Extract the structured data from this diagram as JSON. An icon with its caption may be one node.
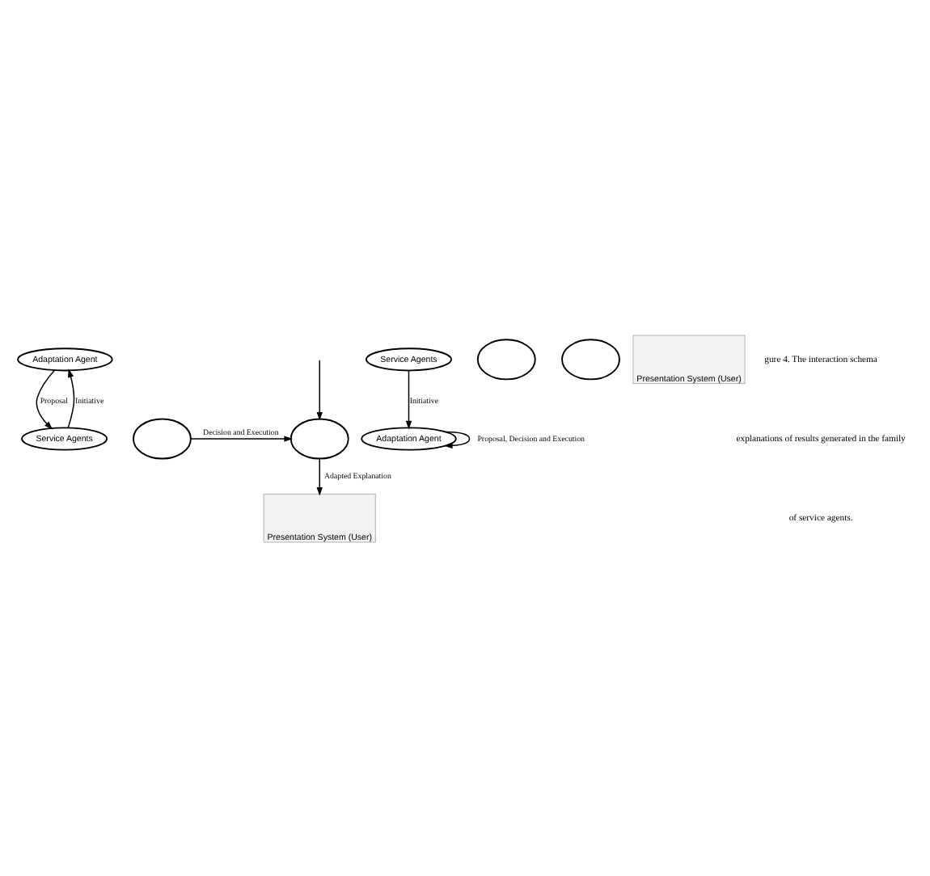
{
  "diagram": {
    "nodes": [
      {
        "text": [
          "Adaptation Agent"
        ]
      },
      {
        "text": [
          "Service Agents"
        ]
      },
      {
        "text": [],
        "shape": "circle"
      },
      {
        "text": [],
        "shape": "circle"
      },
      {
        "text": [
          "Presentation System (User)"
        ]
      },
      {
        "text": [
          "Adaptation Agent"
        ]
      },
      {
        "text": [
          "Service Agents"
        ]
      },
      {
        "text": [],
        "shape": "circle"
      },
      {
        "text": [],
        "shape": "circle"
      },
      {
        "text": [
          "Presentation System (User)"
        ]
      }
    ],
    "edges": [
      {
        "from": 1,
        "to": 0,
        "arrow": "to",
        "label": "Initiative"
      },
      {
        "from": 0,
        "to": 1,
        "arrow": "to",
        "label": "Proposal"
      },
      {
        "from": 2,
        "to": 3,
        "arrow": "to",
        "label": "Decision and Execution"
      },
      {
        "from": 3,
        "to": 4,
        "arrow": "to",
        "label": "Adapted Explanation"
      },
      {
        "from": null,
        "to": 3,
        "arrow": "to"
      },
      {
        "from": 6,
        "to": 5,
        "arrow": "to",
        "label": "Initiative"
      },
      {
        "from": 5,
        "to": 5,
        "arrow": "to",
        "label": "Proposal, Decision and Execution"
      }
    ],
    "labels": [
      "gure 4. The interaction schema",
      "explanations of results generated in the family",
      "of service agents."
    ]
  }
}
